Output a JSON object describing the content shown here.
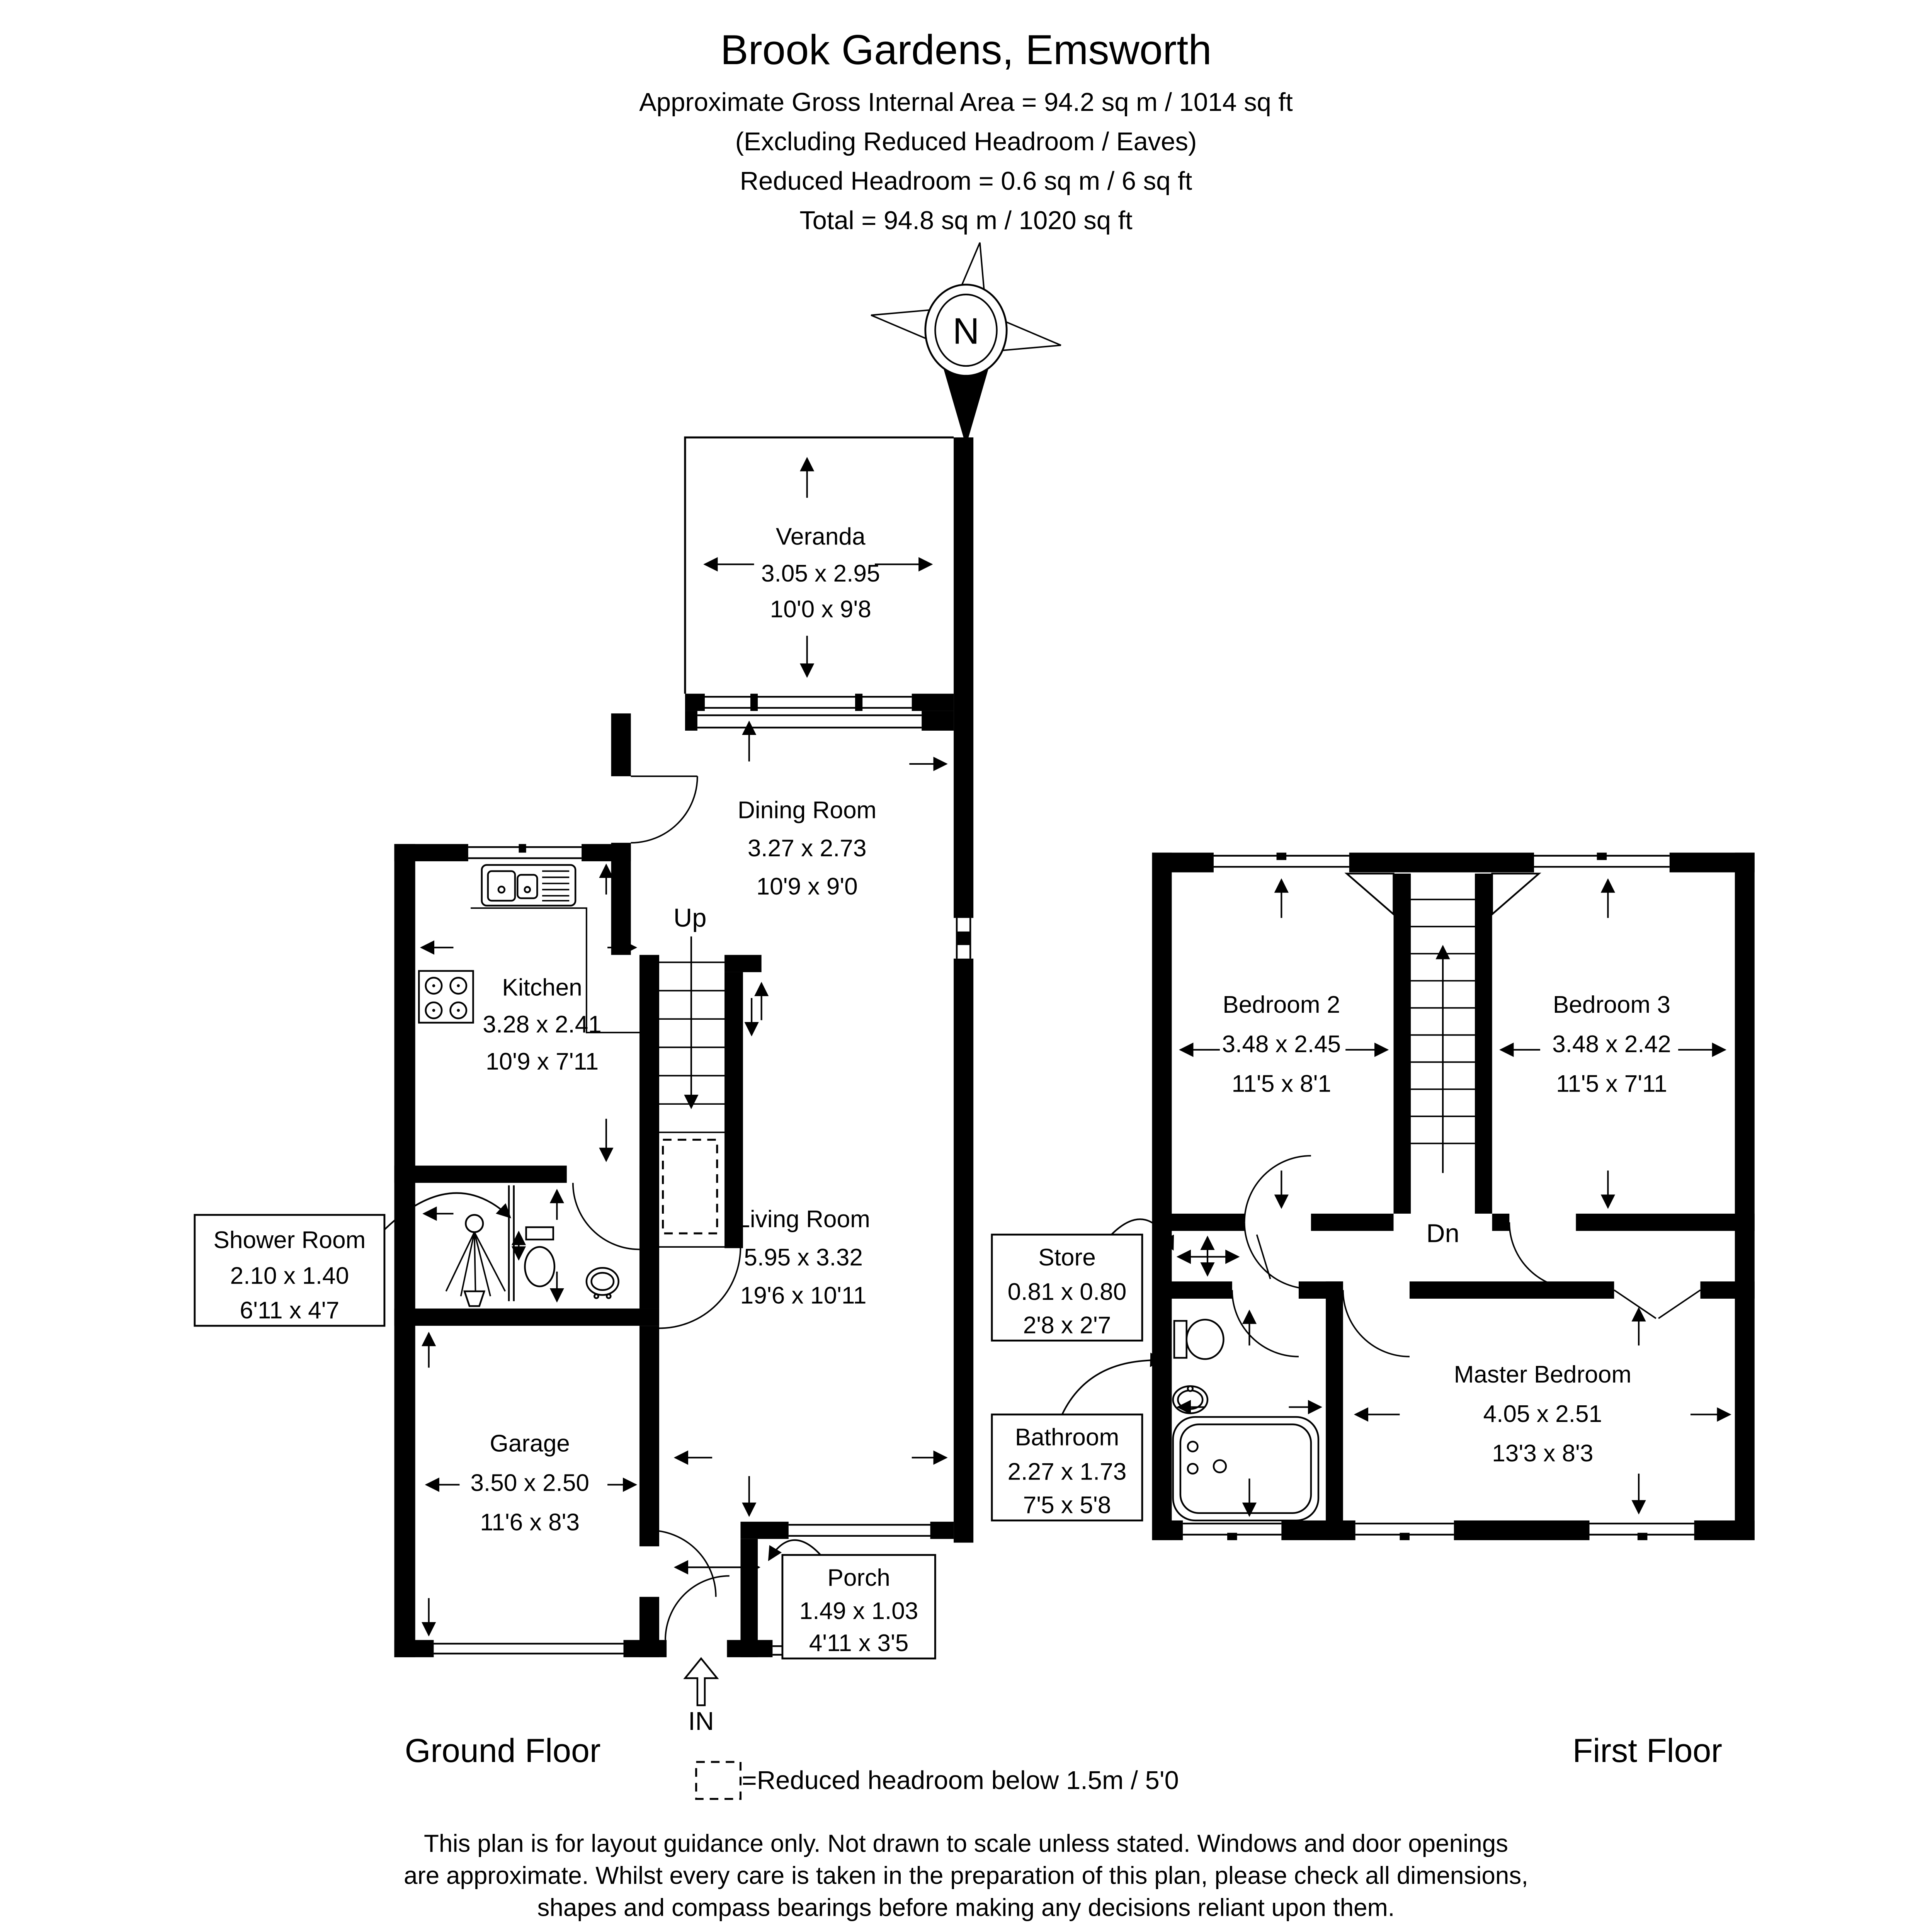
{
  "title": {
    "name": "Brook Gardens, Emsworth",
    "line1": "Approximate Gross Internal Area = 94.2 sq m / 1014 sq ft",
    "line2": "(Excluding Reduced Headroom / Eaves)",
    "line3": "Reduced Headroom = 0.6 sq m / 6 sq ft",
    "line4": "Total = 94.8 sq m / 1020 sq ft"
  },
  "compass": {
    "north_label": "N"
  },
  "ground_floor": {
    "label": "Ground Floor",
    "stairs_label": "Up",
    "entrance_label": "IN",
    "rooms": {
      "veranda": {
        "name": "Veranda",
        "metric": "3.05 x 2.95",
        "imperial": "10'0 x 9'8"
      },
      "dining_room": {
        "name": "Dining Room",
        "metric": "3.27 x 2.73",
        "imperial": "10'9 x 9'0"
      },
      "kitchen": {
        "name": "Kitchen",
        "metric": "3.28 x 2.41",
        "imperial": "10'9 x 7'11"
      },
      "shower_room": {
        "name": "Shower Room",
        "metric": "2.10 x 1.40",
        "imperial": "6'11 x 4'7"
      },
      "living_room": {
        "name": "Living Room",
        "metric": "5.95 x 3.32",
        "imperial": "19'6 x 10'11"
      },
      "garage": {
        "name": "Garage",
        "metric": "3.50 x 2.50",
        "imperial": "11'6 x 8'3"
      },
      "porch": {
        "name": "Porch",
        "metric": "1.49 x 1.03",
        "imperial": "4'11 x 3'5"
      }
    }
  },
  "first_floor": {
    "label": "First Floor",
    "stairs_label": "Dn",
    "rooms": {
      "bedroom2": {
        "name": "Bedroom 2",
        "metric": "3.48 x 2.45",
        "imperial": "11'5 x 8'1"
      },
      "bedroom3": {
        "name": "Bedroom 3",
        "metric": "3.48 x 2.42",
        "imperial": "11'5 x 7'11"
      },
      "master_bedroom": {
        "name": "Master Bedroom",
        "metric": "4.05 x 2.51",
        "imperial": "13'3 x 8'3"
      },
      "bathroom": {
        "name": "Bathroom",
        "metric": "2.27 x 1.73",
        "imperial": "7'5 x 5'8"
      },
      "store": {
        "name": "Store",
        "metric": "0.81 x 0.80",
        "imperial": "2'8 x 2'7"
      }
    }
  },
  "legend": {
    "reduced_headroom": "=Reduced headroom below 1.5m / 5'0"
  },
  "disclaimer": {
    "line1": "This plan is for layout guidance only. Not drawn to scale unless stated. Windows and door openings",
    "line2": "are approximate. Whilst every care is taken in the preparation of this plan, please check all dimensions,",
    "line3": "shapes and compass bearings before making any decisions reliant upon them."
  },
  "colors": {
    "ink": "#000000",
    "background": "#ffffff"
  }
}
